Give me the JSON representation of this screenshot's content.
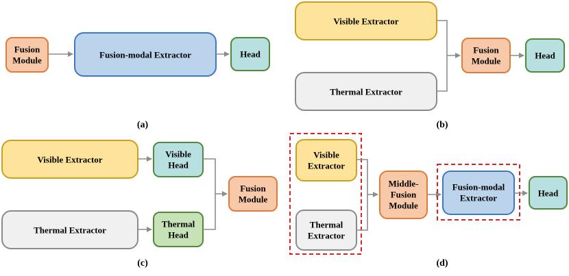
{
  "colors": {
    "orange_fill": "#f8c9a8",
    "orange_stroke": "#e07b3c",
    "blue_fill": "#bcd3ec",
    "blue_stroke": "#3f78c0",
    "teal_fill": "#b9e0e0",
    "teal_stroke": "#4f8a3a",
    "yellow_fill": "#fde49a",
    "yellow_stroke": "#c9a020",
    "gray_fill": "#f0f0f0",
    "gray_stroke": "#8a8a8a",
    "green_fill": "#c6e2b6",
    "green_stroke": "#4f8a3a",
    "edge": "#8c8c8c",
    "highlight": "#e02020"
  },
  "panels": {
    "a": {
      "caption": "(a)",
      "fusion_module": [
        "Fusion",
        "Module"
      ],
      "fusion_modal_extractor": [
        "Fusion-modal Extractor"
      ],
      "head": [
        "Head"
      ]
    },
    "b": {
      "caption": "(b)",
      "visible_extractor": [
        "Visible Extractor"
      ],
      "thermal_extractor": [
        "Thermal Extractor"
      ],
      "fusion_module": [
        "Fusion",
        "Module"
      ],
      "head": [
        "Head"
      ]
    },
    "c": {
      "caption": "(c)",
      "visible_extractor": [
        "Visible Extractor"
      ],
      "thermal_extractor": [
        "Thermal Extractor"
      ],
      "visible_head": [
        "Visible",
        "Head"
      ],
      "thermal_head": [
        "Thermal",
        "Head"
      ],
      "fusion_module": [
        "Fusion",
        "Module"
      ]
    },
    "d": {
      "caption": "(d)",
      "visible_extractor": [
        "Visible",
        "Extractor"
      ],
      "thermal_extractor": [
        "Thermal",
        "Extractor"
      ],
      "middle_fusion_module": [
        "Middle-",
        "Fusion",
        "Module"
      ],
      "fusion_modal_extractor": [
        "Fusion-modal",
        "Extractor"
      ],
      "head": [
        "Head"
      ]
    }
  }
}
